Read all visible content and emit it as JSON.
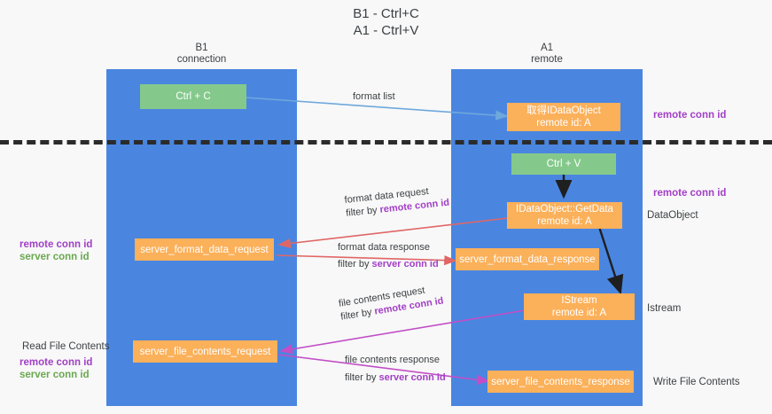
{
  "diagram": {
    "title": "B1 - Ctrl+C\nA1 - Ctrl+V",
    "columns": [
      {
        "name": "b1",
        "label": "B1\nconnection"
      },
      {
        "name": "a1",
        "label": "A1\nremote"
      }
    ],
    "colors": {
      "lane": "#4a86e0",
      "green_box": "#84c98b",
      "orange_box": "#fbb05a",
      "remote_conn_id": "#a23fc6",
      "server_conn_id": "#6aa84f",
      "arrow_blue": "#6fa8dc",
      "arrow_red": "#e06666",
      "arrow_magenta": "#c24fc6",
      "arrow_black": "#1f1f1f",
      "divider": "#2b2b2b",
      "text": "#3c4043"
    },
    "nodes": [
      {
        "name": "ctrl-c-box",
        "kind": "green",
        "text": "Ctrl + C"
      },
      {
        "name": "idataobject-box",
        "kind": "orange",
        "text": "取得IDataObject\nremote id: A"
      },
      {
        "name": "ctrl-v-box",
        "kind": "green",
        "text": "Ctrl + V"
      },
      {
        "name": "idataobject-getdata-box",
        "kind": "orange",
        "text": "IDataObject::GetData\nremote id: A"
      },
      {
        "name": "server-format-data-request-box",
        "kind": "orange",
        "text": "server_format_data_request"
      },
      {
        "name": "server-format-data-response-box",
        "kind": "orange",
        "text": "server_format_data_response"
      },
      {
        "name": "istream-box",
        "kind": "orange",
        "text": "IStream\nremote id: A"
      },
      {
        "name": "server-file-contents-request-box",
        "kind": "orange",
        "text": "server_file_contents_request"
      },
      {
        "name": "server-file-contents-response-box",
        "kind": "orange",
        "text": "server_file_contents_response"
      }
    ],
    "edge_labels": [
      {
        "name": "format-list-label",
        "line1": "format list",
        "line2": "",
        "line2_accent": ""
      },
      {
        "name": "format-data-request-label",
        "line1": "format data request",
        "line2": "filter by ",
        "line2_accent": "remote conn id"
      },
      {
        "name": "format-data-response-label",
        "line1": "format data response",
        "line2": "filter by ",
        "line2_accent": "server conn id"
      },
      {
        "name": "file-contents-request-label",
        "line1": "file contents request",
        "line2": "filter by ",
        "line2_accent": "remote conn id"
      },
      {
        "name": "file-contents-response-label",
        "line1": "file contents response",
        "line2": "filter by ",
        "line2_accent": "server conn id"
      }
    ],
    "right_labels": [
      {
        "name": "right-label-remote-conn-id-1",
        "text": "remote conn id",
        "style": "remote"
      },
      {
        "name": "right-label-remote-conn-id-2",
        "text": "remote conn id",
        "style": "remote"
      },
      {
        "name": "right-label-dataobject",
        "text": "DataObject",
        "style": "plain"
      },
      {
        "name": "right-label-istream",
        "text": "Istream",
        "style": "plain"
      },
      {
        "name": "right-label-write-file",
        "text": "Write File Contents",
        "style": "plain"
      }
    ],
    "left_labels": {
      "group1_remote": "remote conn id",
      "group1_server": "server conn id",
      "read_file_contents": "Read File Contents",
      "group2_remote": "remote conn id",
      "group2_server": "server conn id"
    }
  }
}
